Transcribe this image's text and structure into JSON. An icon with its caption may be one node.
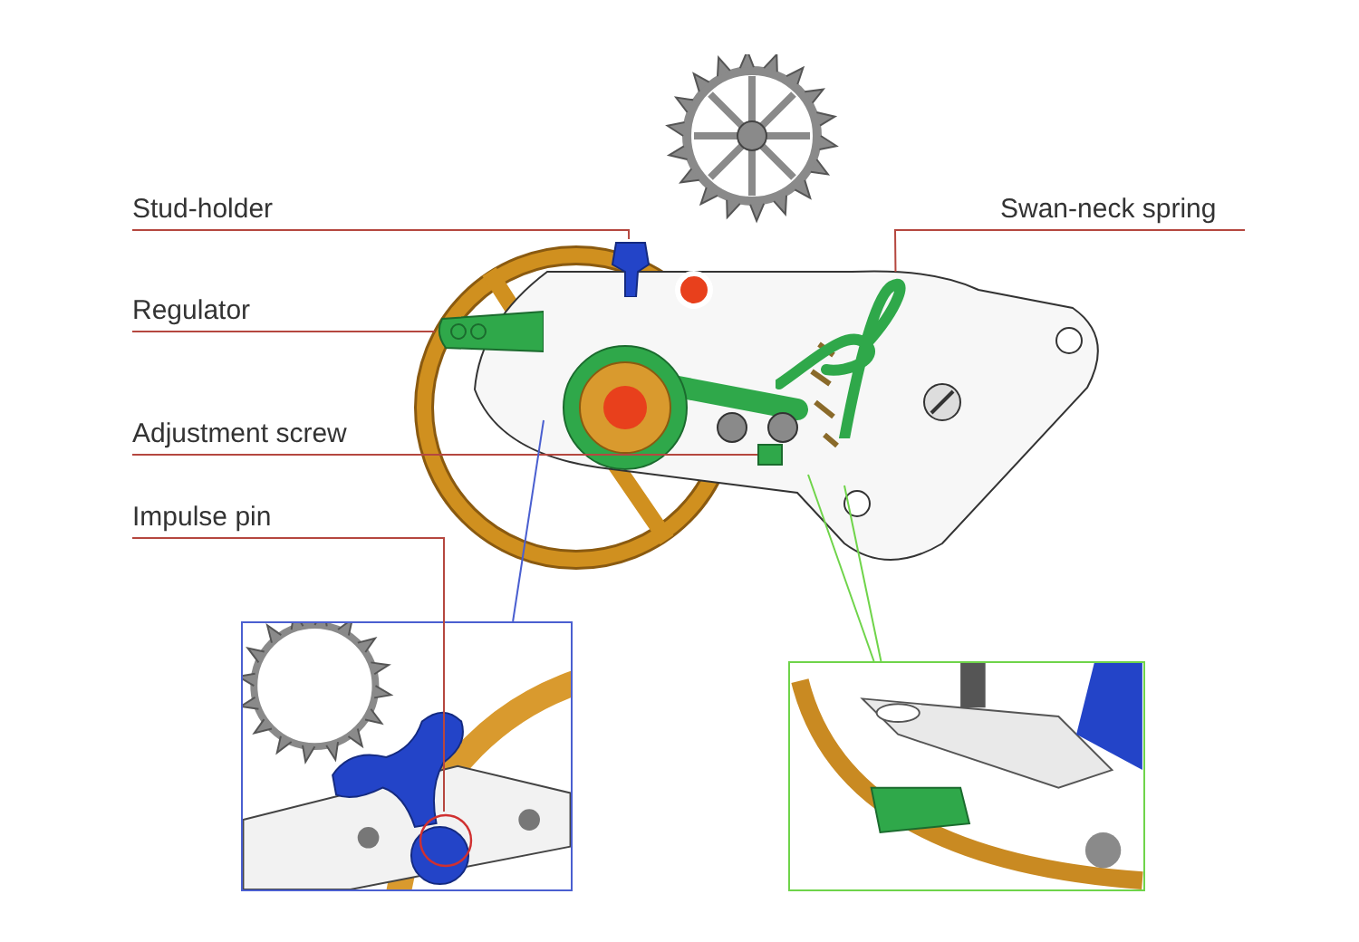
{
  "diagram": {
    "nodes": [
      {
        "text": [
          "Stud-holder"
        ]
      },
      {
        "text": [
          "Regulator"
        ]
      },
      {
        "text": [
          "Adjustment screw"
        ]
      },
      {
        "text": [
          "Impulse pin"
        ]
      },
      {
        "text": [
          "Swan-neck spring"
        ]
      },
      {
        "text": [],
        "shape": "picture"
      },
      {
        "text": [],
        "shape": "picture"
      },
      {
        "text": [],
        "shape": "box"
      },
      {
        "text": [],
        "shape": "picture"
      },
      {
        "text": [],
        "shape": "circle",
        "in": 8
      },
      {
        "text": [],
        "shape": "picture"
      },
      {
        "text": [],
        "shape": "picture"
      }
    ],
    "edges": [
      {
        "from": 0,
        "to": 5,
        "arrow": "none"
      },
      {
        "from": 1,
        "to": 6,
        "arrow": "none"
      },
      {
        "from": 2,
        "to": 7,
        "arrow": "none"
      },
      {
        "from": 3,
        "to": 9,
        "arrow": "none"
      },
      {
        "from": 4,
        "to": 11,
        "arrow": "none"
      },
      {
        "from": null,
        "to": 8,
        "arrow": "none",
        "color": "#4a5fd0"
      },
      {
        "from": null,
        "to": 10,
        "arrow": "none",
        "color": "#6fd44a"
      },
      {
        "from": null,
        "to": 10,
        "arrow": "none",
        "color": "#6fd44a"
      }
    ]
  }
}
